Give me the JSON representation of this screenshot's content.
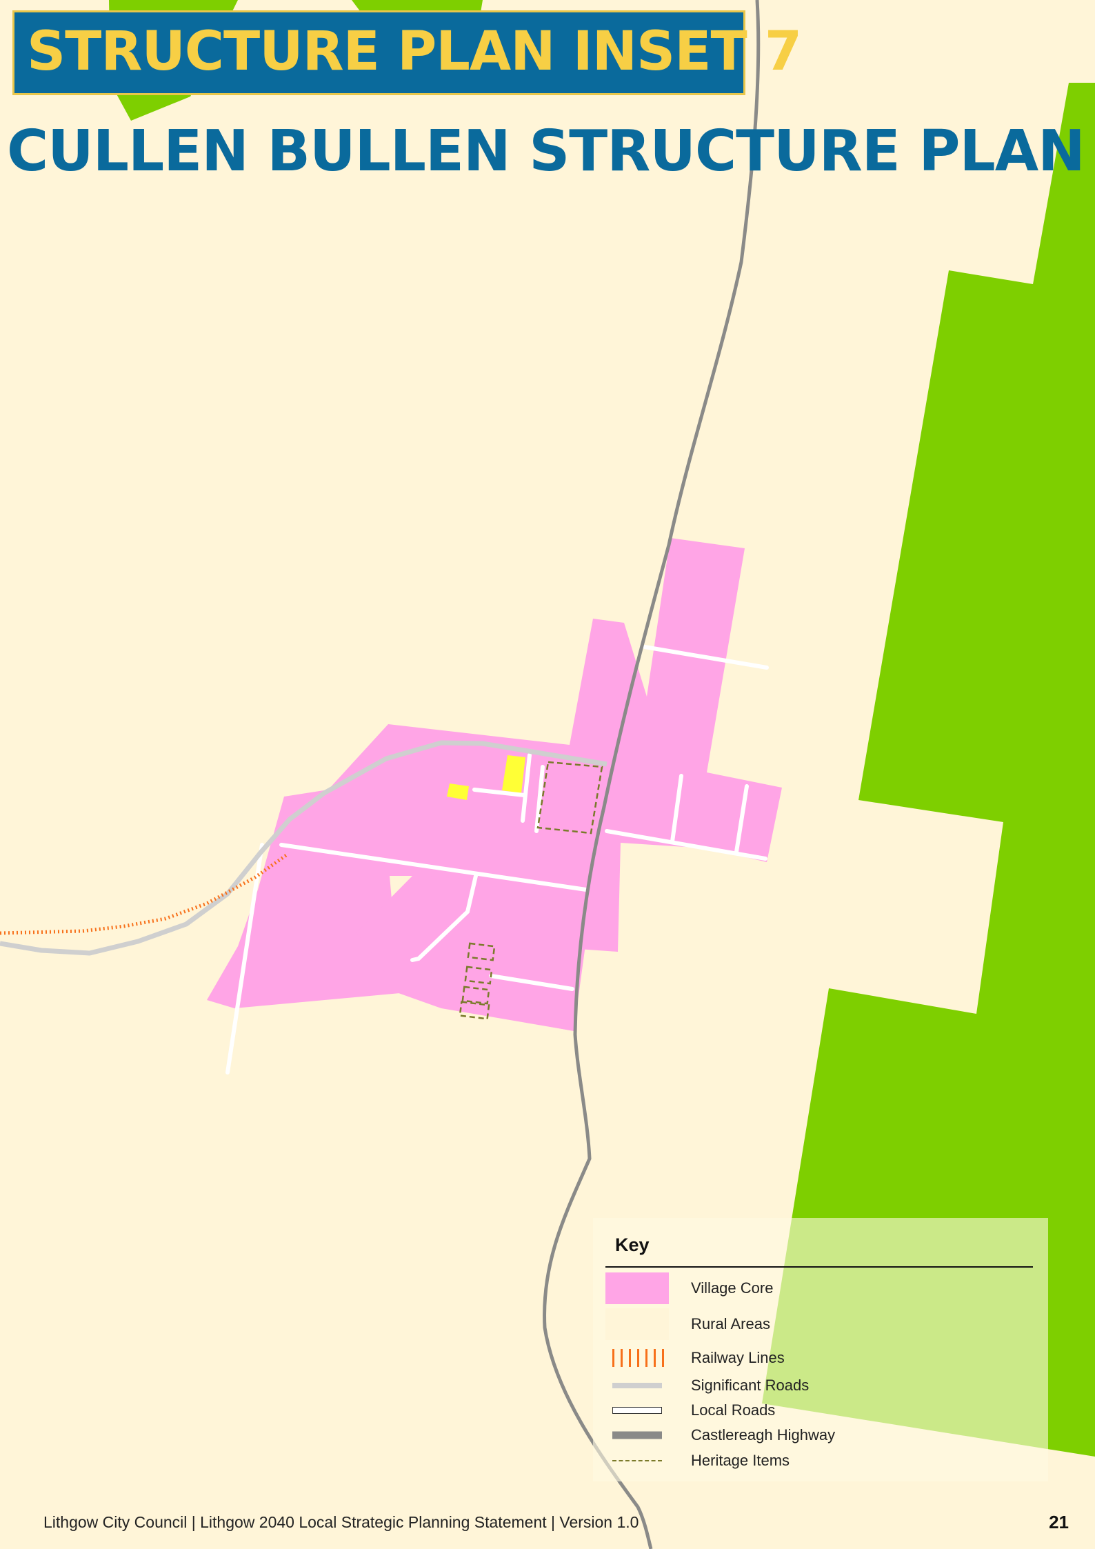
{
  "header": {
    "inset_title": "STRUCTURE PLAN INSET 7",
    "plan_title": "CULLEN BULLEN STRUCTURE PLAN"
  },
  "key": {
    "title": "Key",
    "items": [
      {
        "label": "Village Core",
        "color": "#ffa5e6"
      },
      {
        "label": "Rural Areas",
        "color": "#fff5d8"
      },
      {
        "label": "Railway Lines",
        "color": "#f7701a"
      },
      {
        "label": "Significant Roads",
        "color": "#cfcfcf"
      },
      {
        "label": "Local Roads",
        "color": "#ffffff"
      },
      {
        "label": "Castlereagh Highway",
        "color": "#8a8a88"
      },
      {
        "label": "Heritage Items",
        "color": "#7a7a2a"
      }
    ]
  },
  "footer": {
    "text": "Lithgow City Council | Lithgow 2040 Local Strategic Planning Statement | Version 1.0",
    "page_number": "21"
  },
  "colors": {
    "banner_bg": "#0a6a9c",
    "banner_text": "#f7cf45",
    "title_text": "#0a6a9c",
    "green_zone": "#7ecf00",
    "rural_bg": "#fff5d8",
    "special_use": "#ffff36"
  }
}
